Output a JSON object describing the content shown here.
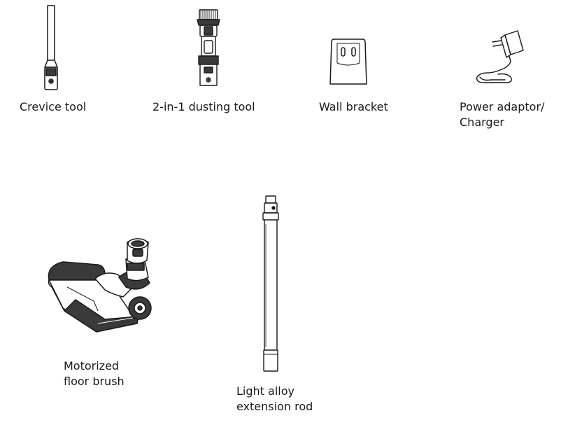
{
  "accessories": {
    "crevice_tool": {
      "label": "Crevice tool",
      "icon": "crevice-tool-icon"
    },
    "dusting_tool": {
      "label": "2-in-1 dusting tool",
      "icon": "dusting-tool-icon"
    },
    "wall_bracket": {
      "label": "Wall bracket",
      "icon": "wall-bracket-icon"
    },
    "power_adaptor": {
      "label_line1": "Power adaptor/",
      "label_line2": "Charger",
      "icon": "power-adaptor-icon"
    },
    "floor_brush": {
      "label_line1": "Motorized",
      "label_line2": "floor brush",
      "icon": "floor-brush-icon"
    },
    "extension_rod": {
      "label_line1": "Light alloy",
      "label_line2": "extension rod",
      "icon": "extension-rod-icon"
    }
  },
  "colors": {
    "line": "#1a1a1a",
    "fill_dark": "#3a3a3a",
    "fill_light": "#ffffff"
  }
}
